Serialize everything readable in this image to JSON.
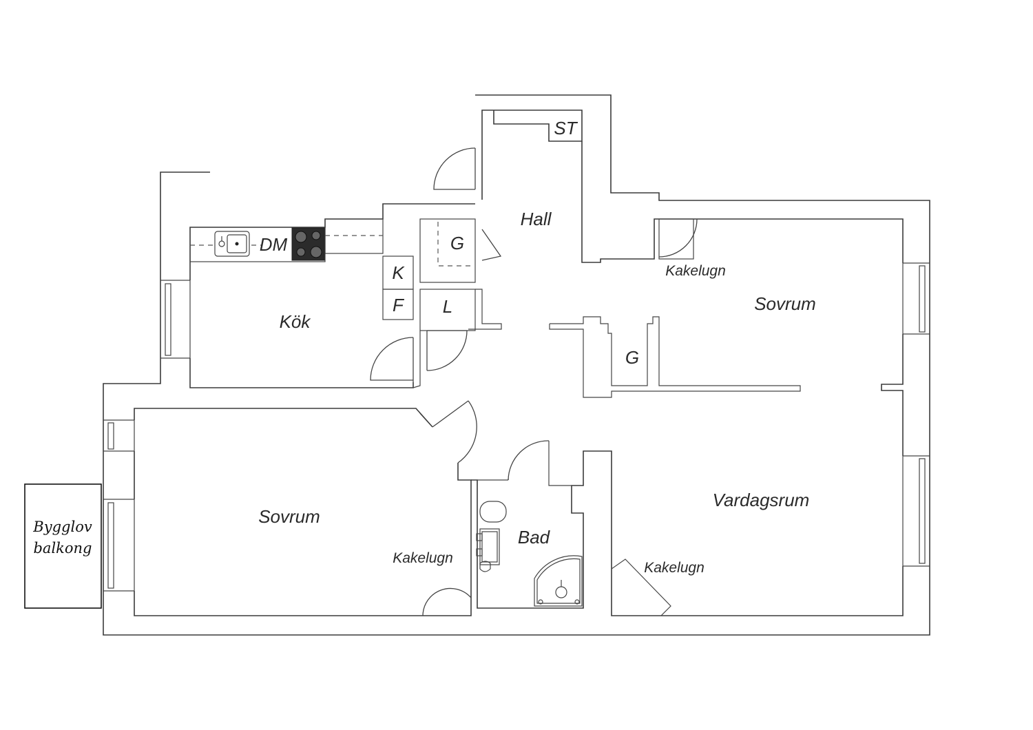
{
  "rooms": {
    "hall": "Hall",
    "kok": "Kök",
    "sovrum_top": "Sovrum",
    "sovrum_left": "Sovrum",
    "vardagsrum": "Vardagsrum",
    "bad": "Bad"
  },
  "fixtures": {
    "st": "ST",
    "dm": "DM",
    "g_hall": "G",
    "g_center": "G",
    "k": "K",
    "f": "F",
    "l": "L",
    "kakelugn_top": "Kakelugn",
    "kakelugn_left": "Kakelugn",
    "kakelugn_right": "Kakelugn"
  },
  "annotation": {
    "line1": "Bygglov",
    "line2": "balkong"
  }
}
